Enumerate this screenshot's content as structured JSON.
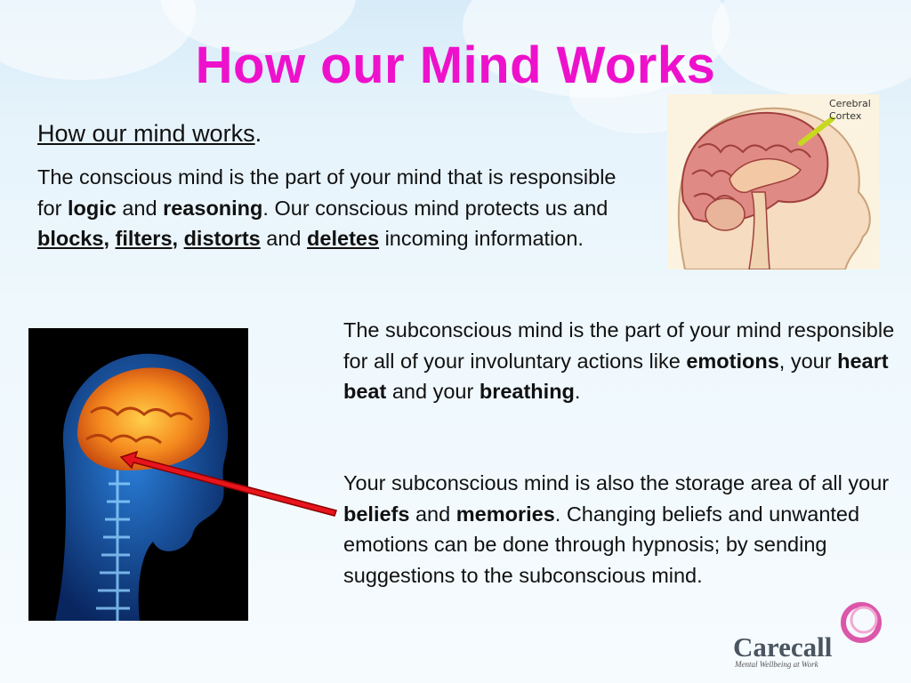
{
  "title": "How our Mind Works",
  "conscious": {
    "heading": "How our mind works",
    "heading_suffix": ".",
    "t1": "The conscious mind is the part of your mind that is responsible for ",
    "logic": "logic",
    "t2": " and ",
    "reasoning": "reasoning",
    "t3": ". Our conscious mind protects us and ",
    "blocks": "blocks",
    "c1": ",",
    "filters": "filters",
    "c2": ",",
    "distorts": "distorts",
    "t4": " and ",
    "deletes": "deletes",
    "t5": " incoming information."
  },
  "subconscious": {
    "t1": "The subconscious mind is the part of your mind responsible for all of your involuntary actions like ",
    "emotions": "emotions",
    "t2": ", your ",
    "heart_beat": "heart beat",
    "t3": " and your ",
    "breathing": "breathing",
    "t4": "."
  },
  "storage": {
    "t1": "Your subconscious mind is also the storage area of all your ",
    "beliefs": "beliefs",
    "t2": " and ",
    "memories": "memories",
    "t3": ". Changing beliefs and unwanted emotions can be done through hypnosis; by sending suggestions to the subconscious mind."
  },
  "diagram_label": "Cerebral Cortex",
  "logo": {
    "name": "Carecall",
    "tagline": "Mental Wellbeing at Work"
  },
  "colors": {
    "title": "#ee11cc",
    "arrow": "#e8141c",
    "logo_ring": "#d63a9a"
  }
}
